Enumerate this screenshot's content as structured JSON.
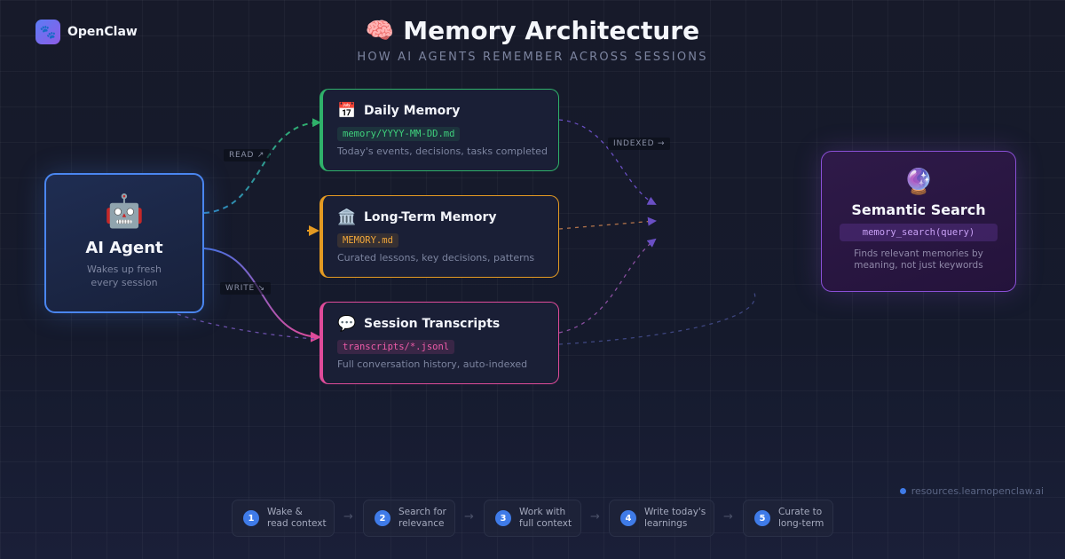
{
  "brand": {
    "name": "OpenClaw",
    "icon": "paw-icon"
  },
  "header": {
    "icon": "🧠",
    "title": "Memory Architecture",
    "subtitle": "HOW AI AGENTS REMEMBER ACROSS SESSIONS"
  },
  "agent": {
    "icon": "🤖",
    "title": "AI Agent",
    "description": "Wakes up fresh every session"
  },
  "memories": {
    "daily": {
      "icon": "📅",
      "title": "Daily Memory",
      "path": "memory/YYYY-MM-DD.md",
      "description": "Today's events, decisions, tasks completed",
      "color": "#2fb16a"
    },
    "longterm": {
      "icon": "🏛️",
      "title": "Long-Term Memory",
      "path": "MEMORY.md",
      "description": "Curated lessons, key decisions, patterns",
      "color": "#e49a22"
    },
    "session": {
      "icon": "💬",
      "title": "Session Transcripts",
      "path": "transcripts/*.jsonl",
      "description": "Full conversation history, auto-indexed",
      "color": "#df4b9a"
    }
  },
  "arrow_labels": {
    "read": "READ ↗",
    "write": "WRITE ↘",
    "indexed": "INDEXED →"
  },
  "search": {
    "icon": "🔮",
    "title": "Semantic Search",
    "code": "memory_search(query)",
    "description": "Finds relevant memories by meaning, not just keywords",
    "color": "#8a50d6"
  },
  "footer": {
    "site": "resources.learnopenclaw.ai"
  },
  "steps": [
    {
      "num": "1",
      "label": "Wake &\nread context"
    },
    {
      "num": "2",
      "label": "Search for\nrelevance"
    },
    {
      "num": "3",
      "label": "Work with\nfull context"
    },
    {
      "num": "4",
      "label": "Write today's\nlearnings"
    },
    {
      "num": "5",
      "label": "Curate to\nlong-term"
    }
  ],
  "step_arrow": "→"
}
